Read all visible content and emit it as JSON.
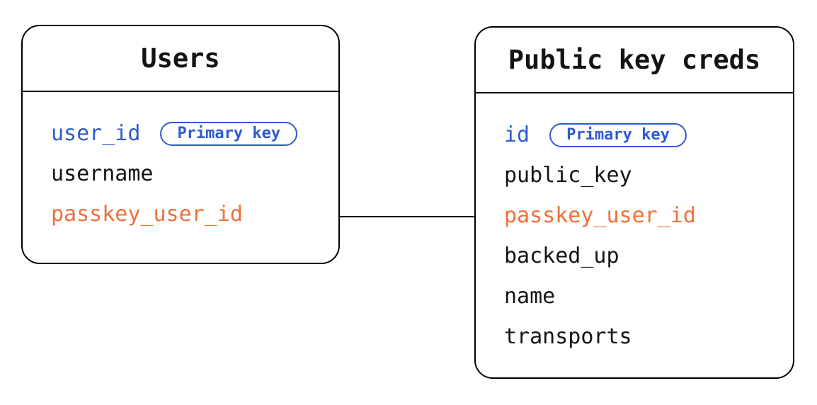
{
  "diagram": {
    "tables": [
      {
        "title": "Users",
        "fields": [
          {
            "name": "user_id",
            "color": "blue",
            "badge": "Primary key"
          },
          {
            "name": "username",
            "color": "black"
          },
          {
            "name": "passkey_user_id",
            "color": "orange"
          }
        ]
      },
      {
        "title": "Public key creds",
        "fields": [
          {
            "name": "id",
            "color": "blue",
            "badge": "Primary key"
          },
          {
            "name": "public_key",
            "color": "black"
          },
          {
            "name": "passkey_user_id",
            "color": "orange"
          },
          {
            "name": "backed_up",
            "color": "black"
          },
          {
            "name": "name",
            "color": "black"
          },
          {
            "name": "transports",
            "color": "black"
          }
        ]
      }
    ],
    "relationship": {
      "from_table": "Users",
      "from_field": "passkey_user_id",
      "to_table": "Public key creds",
      "to_field": "passkey_user_id"
    }
  },
  "colors": {
    "black": "#141414",
    "blue": "#2d5bd0",
    "orange": "#ed7139",
    "border": "#000000",
    "background": "#ffffff"
  }
}
